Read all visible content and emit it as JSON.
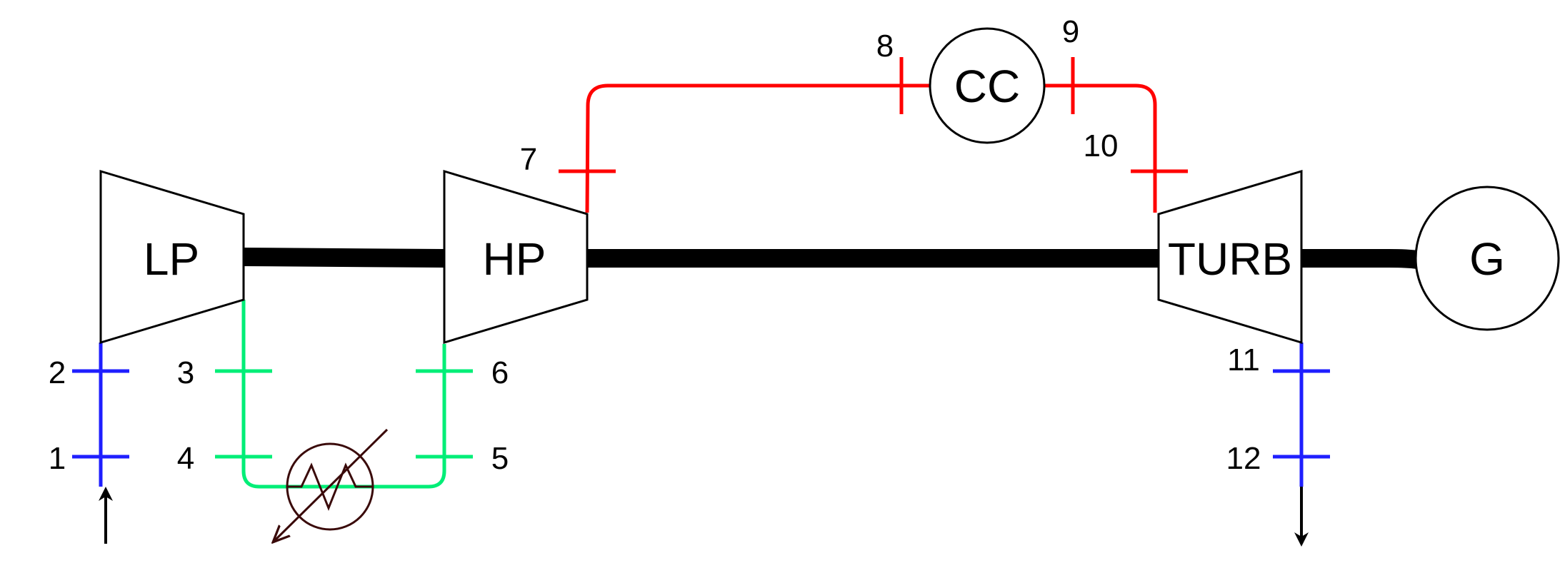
{
  "components": {
    "lp": "LP",
    "hp": "HP",
    "turb": "TURB",
    "cc": "CC",
    "gen": "G"
  },
  "stations": {
    "s1": "1",
    "s2": "2",
    "s3": "3",
    "s4": "4",
    "s5": "5",
    "s6": "6",
    "s7": "7",
    "s8": "8",
    "s9": "9",
    "s10": "10",
    "s11": "11",
    "s12": "12"
  },
  "colors": {
    "shaft": "#000000",
    "cold_flow": "#1f1fff",
    "intercooler_flow": "#00ee77",
    "hot_flow": "#ff0000",
    "heat_exchanger": "#3a0a0a"
  }
}
